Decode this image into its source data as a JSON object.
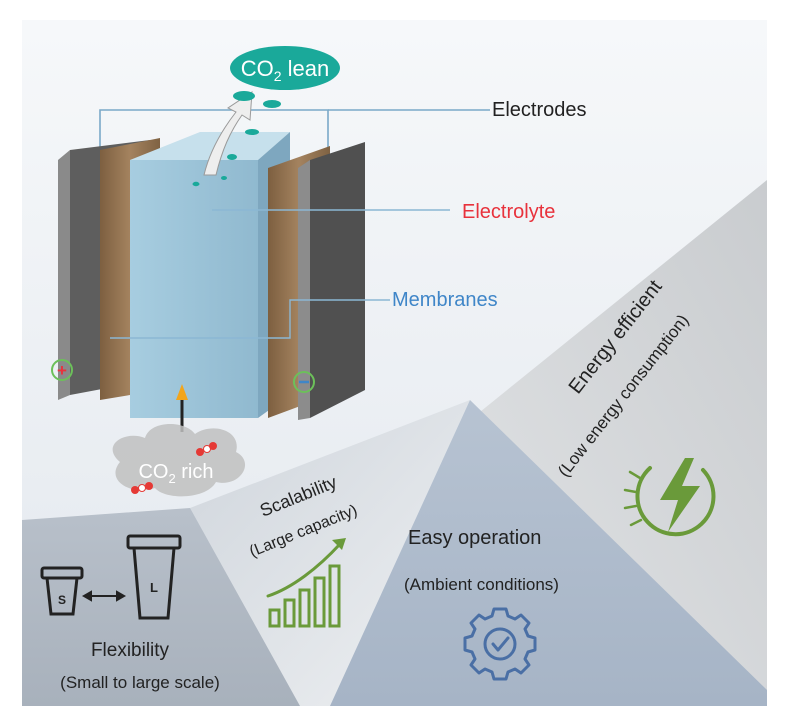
{
  "cell": {
    "co2_lean": {
      "prefix": "CO",
      "sub": "2",
      "suffix": " lean"
    },
    "co2_rich": {
      "prefix": "CO",
      "sub": "2",
      "suffix": " rich"
    },
    "labels": {
      "electrodes": "Electrodes",
      "electrolyte": "Electrolyte",
      "membranes": "Membranes"
    }
  },
  "features": {
    "energy": {
      "title": "Energy efficient",
      "subtitle": "(Low energy consumption)"
    },
    "scalability": {
      "title": "Scalability",
      "subtitle": "(Large capacity)"
    },
    "easy": {
      "title": "Easy operation",
      "subtitle": "(Ambient conditions)"
    },
    "flexibility": {
      "title": "Flexibility",
      "subtitle": "(Small to large scale)",
      "small_cup": "S",
      "large_cup": "L"
    }
  },
  "colors": {
    "teal": "#1aa99a",
    "electrolyte_red": "#e8323c",
    "membrane_blue": "#3f86c8",
    "green_icon": "#6a9a3a",
    "gear_blue": "#4a6fa5",
    "electrode_gray": "#5f5f5f",
    "membrane_brown": "#8d6e4c",
    "electrolyte_body": "#9ec3d6"
  }
}
